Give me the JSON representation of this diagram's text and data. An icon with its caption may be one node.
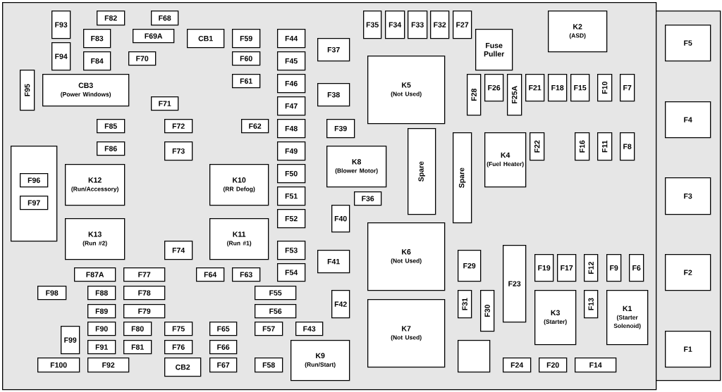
{
  "diagram": {
    "nodes": [
      {
        "text": [],
        "shape": "box"
      },
      {
        "text": [],
        "shape": "box"
      },
      {
        "text": [
          "F93"
        ],
        "in": 0
      },
      {
        "text": [
          "F82"
        ],
        "in": 0
      },
      {
        "text": [
          "F68"
        ],
        "in": 0
      },
      {
        "text": [
          "F35"
        ],
        "in": 0
      },
      {
        "text": [
          "F34"
        ],
        "in": 0
      },
      {
        "text": [
          "F33"
        ],
        "in": 0
      },
      {
        "text": [
          "F32"
        ],
        "in": 0
      },
      {
        "text": [
          "F27"
        ],
        "in": 0
      },
      {
        "text": [
          "K2",
          "(ASD)"
        ],
        "in": 0
      },
      {
        "text": [
          "F83"
        ],
        "in": 0
      },
      {
        "text": [
          "F69A"
        ],
        "in": 0
      },
      {
        "text": [
          "CB1"
        ],
        "in": 0
      },
      {
        "text": [
          "F59"
        ],
        "in": 0
      },
      {
        "text": [
          "F44"
        ],
        "in": 0
      },
      {
        "text": [
          "Fuse Puller"
        ],
        "in": 0
      },
      {
        "text": [
          "F37"
        ],
        "in": 0
      },
      {
        "text": [
          "F94"
        ],
        "in": 0
      },
      {
        "text": [
          "F84"
        ],
        "in": 0
      },
      {
        "text": [
          "F70"
        ],
        "in": 0
      },
      {
        "text": [
          "F60"
        ],
        "in": 0
      },
      {
        "text": [
          "F45"
        ],
        "in": 0
      },
      {
        "text": [
          "K5",
          "(Not Used)"
        ],
        "in": 0
      },
      {
        "text": [
          "F95"
        ],
        "in": 0
      },
      {
        "text": [
          "CB3",
          "(Power Windows)"
        ],
        "in": 0
      },
      {
        "text": [
          "F61"
        ],
        "in": 0
      },
      {
        "text": [
          "F46"
        ],
        "in": 0
      },
      {
        "text": [
          "F28"
        ],
        "in": 0
      },
      {
        "text": [
          "F26"
        ],
        "in": 0
      },
      {
        "text": [
          "F25A"
        ],
        "in": 0
      },
      {
        "text": [
          "F21"
        ],
        "in": 0
      },
      {
        "text": [
          "F18"
        ],
        "in": 0
      },
      {
        "text": [
          "F15"
        ],
        "in": 0
      },
      {
        "text": [
          "F10"
        ],
        "in": 0
      },
      {
        "text": [
          "F7"
        ],
        "in": 0
      },
      {
        "text": [
          "F38"
        ],
        "in": 0
      },
      {
        "text": [
          "F71"
        ],
        "in": 0
      },
      {
        "text": [
          "F47"
        ],
        "in": 0
      },
      {
        "text": [
          "F85"
        ],
        "in": 0
      },
      {
        "text": [
          "F72"
        ],
        "in": 0
      },
      {
        "text": [
          "F62"
        ],
        "in": 0
      },
      {
        "text": [
          "F48"
        ],
        "in": 0
      },
      {
        "text": [
          "F39"
        ],
        "in": 0
      },
      {
        "text": [
          "Spare"
        ],
        "in": 0
      },
      {
        "text": [
          "Spare"
        ],
        "in": 0
      },
      {
        "text": [
          "K4",
          "(Fuel Heater)"
        ],
        "in": 0
      },
      {
        "text": [
          "F22"
        ],
        "in": 0
      },
      {
        "text": [
          "F16"
        ],
        "in": 0
      },
      {
        "text": [
          "F11"
        ],
        "in": 0
      },
      {
        "text": [
          "F8"
        ],
        "in": 0
      },
      {
        "text": [
          "F86"
        ],
        "in": 0
      },
      {
        "text": [
          "F73"
        ],
        "in": 0
      },
      {
        "text": [
          "F49"
        ],
        "in": 0
      },
      {
        "text": [],
        "shape": "box",
        "in": 0
      },
      {
        "text": [
          "F96"
        ],
        "in": 54
      },
      {
        "text": [
          "F97"
        ],
        "in": 54
      },
      {
        "text": [
          "K8",
          "(Blower Motor)"
        ],
        "in": 0
      },
      {
        "text": [
          "K12",
          "(Run/Accessory)"
        ],
        "in": 0
      },
      {
        "text": [
          "K10",
          "(RR Defog)"
        ],
        "in": 0
      },
      {
        "text": [
          "F50"
        ],
        "in": 0
      },
      {
        "text": [
          "F51"
        ],
        "in": 0
      },
      {
        "text": [
          "F36"
        ],
        "in": 0
      },
      {
        "text": [
          "F40"
        ],
        "in": 0
      },
      {
        "text": [
          "F52"
        ],
        "in": 0
      },
      {
        "text": [
          "K13",
          "(Run #2)"
        ],
        "in": 0
      },
      {
        "text": [
          "K11",
          "(Run #1)"
        ],
        "in": 0
      },
      {
        "text": [
          "K6",
          "(Not Used)"
        ],
        "in": 0
      },
      {
        "text": [
          "F74"
        ],
        "in": 0
      },
      {
        "text": [
          "F53"
        ],
        "in": 0
      },
      {
        "text": [
          "F23"
        ],
        "in": 0
      },
      {
        "text": [
          "F41"
        ],
        "in": 0
      },
      {
        "text": [
          "F29"
        ],
        "in": 0
      },
      {
        "text": [
          "F19"
        ],
        "in": 0
      },
      {
        "text": [
          "F17"
        ],
        "in": 0
      },
      {
        "text": [
          "F12"
        ],
        "in": 0
      },
      {
        "text": [
          "F9"
        ],
        "in": 0
      },
      {
        "text": [
          "F6"
        ],
        "in": 0
      },
      {
        "text": [
          "F54"
        ],
        "in": 0
      },
      {
        "text": [
          "F87A"
        ],
        "in": 0
      },
      {
        "text": [
          "F77"
        ],
        "in": 0
      },
      {
        "text": [
          "F64"
        ],
        "in": 0
      },
      {
        "text": [
          "F63"
        ],
        "in": 0
      },
      {
        "text": [
          "F98"
        ],
        "in": 0
      },
      {
        "text": [
          "F88"
        ],
        "in": 0
      },
      {
        "text": [
          "F78"
        ],
        "in": 0
      },
      {
        "text": [
          "F55"
        ],
        "in": 0
      },
      {
        "text": [
          "F42"
        ],
        "in": 0
      },
      {
        "text": [
          "F31"
        ],
        "in": 0
      },
      {
        "text": [
          "F30"
        ],
        "in": 0
      },
      {
        "text": [
          "K3",
          "(Starter)"
        ],
        "in": 0
      },
      {
        "text": [
          "F13"
        ],
        "in": 0
      },
      {
        "text": [
          "K1",
          "(Starter Solenoid)"
        ],
        "in": 0
      },
      {
        "text": [
          "K7",
          "(Not Used)"
        ],
        "in": 0
      },
      {
        "text": [
          "F89"
        ],
        "in": 0
      },
      {
        "text": [
          "F79"
        ],
        "in": 0
      },
      {
        "text": [
          "F56"
        ],
        "in": 0
      },
      {
        "text": [
          "F90"
        ],
        "in": 0
      },
      {
        "text": [
          "F80"
        ],
        "in": 0
      },
      {
        "text": [
          "F75"
        ],
        "in": 0
      },
      {
        "text": [
          "F65"
        ],
        "in": 0
      },
      {
        "text": [
          "F57"
        ],
        "in": 0
      },
      {
        "text": [
          "F43"
        ],
        "in": 0
      },
      {
        "text": [
          "F99"
        ],
        "in": 0
      },
      {
        "text": [
          "F91"
        ],
        "in": 0
      },
      {
        "text": [
          "F81"
        ],
        "in": 0
      },
      {
        "text": [
          "F76"
        ],
        "in": 0
      },
      {
        "text": [
          "F66"
        ],
        "in": 0
      },
      {
        "text": [
          "K9",
          "(Run/Start)"
        ],
        "in": 0
      },
      {
        "text": [],
        "shape": "box",
        "in": 0
      },
      {
        "text": [
          "F100"
        ],
        "in": 0
      },
      {
        "text": [
          "F92"
        ],
        "in": 0
      },
      {
        "text": [
          "CB2"
        ],
        "in": 0
      },
      {
        "text": [
          "F67"
        ],
        "in": 0
      },
      {
        "text": [
          "F58"
        ],
        "in": 0
      },
      {
        "text": [
          "F24"
        ],
        "in": 0
      },
      {
        "text": [
          "F20"
        ],
        "in": 0
      },
      {
        "text": [
          "F14"
        ],
        "in": 0
      },
      {
        "text": [
          "F5"
        ],
        "in": 1
      },
      {
        "text": [
          "F4"
        ],
        "in": 1
      },
      {
        "text": [
          "F3"
        ],
        "in": 1
      },
      {
        "text": [
          "F2"
        ],
        "in": 1
      },
      {
        "text": [
          "F1"
        ],
        "in": 1
      }
    ]
  }
}
